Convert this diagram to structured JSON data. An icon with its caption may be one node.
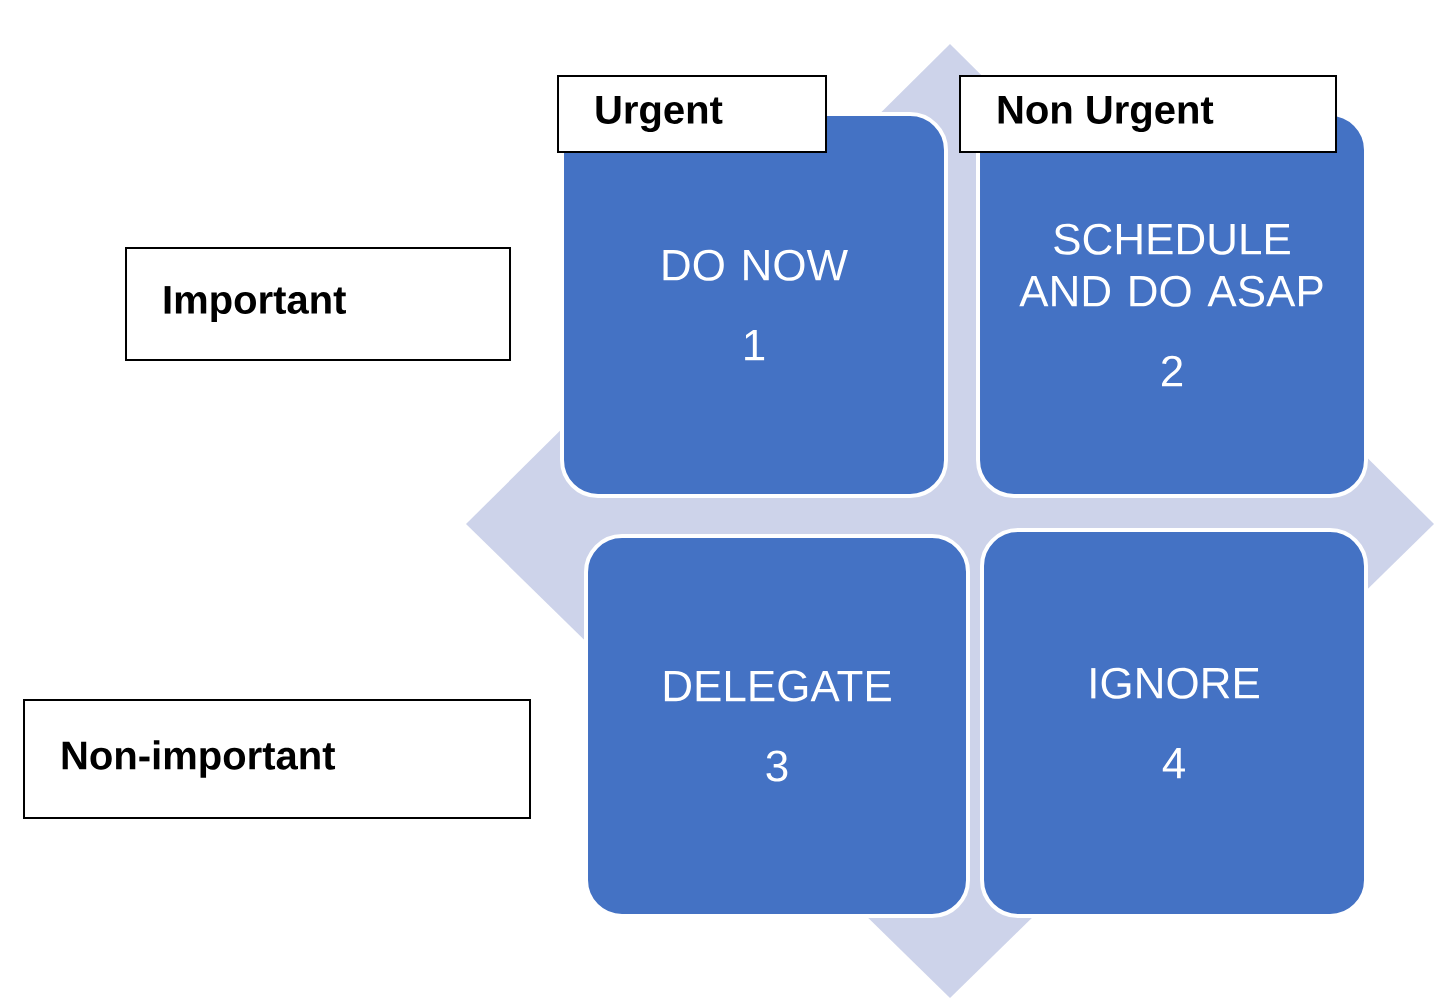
{
  "diagram": {
    "nodes": [
      {
        "text": [
          "Urgent"
        ]
      },
      {
        "text": [
          "Non Urgent"
        ]
      },
      {
        "text": [
          "Important"
        ]
      },
      {
        "text": [
          "DO NOW",
          "1"
        ]
      },
      {
        "text": [
          "SCHEDULE AND DO ASAP",
          "2"
        ]
      },
      {
        "text": [
          "Non-important"
        ]
      },
      {
        "text": [
          "DELEGATE",
          "3"
        ]
      },
      {
        "text": [
          "IGNORE",
          "4"
        ]
      }
    ]
  }
}
